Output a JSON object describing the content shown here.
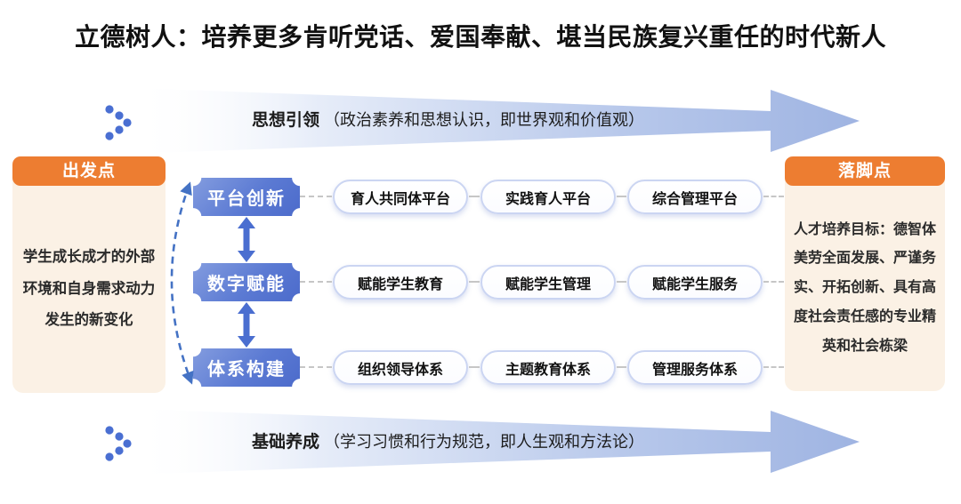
{
  "title": "立德树人：培养更多肯听党话、爱国奉献、堪当民族复兴重任的时代新人",
  "banners": {
    "top": {
      "keyword": "思想引领",
      "description": "（政治素养和思想认识，即世界观和价值观）"
    },
    "bottom": {
      "keyword": "基础养成",
      "description": "（学习习惯和行为规范，即人生观和方法论）"
    }
  },
  "left_panel": {
    "header": "出发点",
    "body": "学生成长成才的外部环境和自身需求动力发生的新变化"
  },
  "right_panel": {
    "header": "落脚点",
    "body": "人才培养目标：德智体美劳全面发展、严谨务实、开拓创新、具有高度社会责任感的专业精英和社会栋梁"
  },
  "pillars": [
    {
      "label": "平台创新",
      "items": [
        "育人共同体平台",
        "实践育人平台",
        "综合管理平台"
      ]
    },
    {
      "label": "数字赋能",
      "items": [
        "赋能学生教育",
        "赋能学生管理",
        "赋能学生服务"
      ]
    },
    {
      "label": "体系构建",
      "items": [
        "组织领导体系",
        "主题教育体系",
        "管理服务体系"
      ]
    }
  ],
  "colors": {
    "orange_header": "#ED7D31",
    "panel_bg": "#FBF1E5",
    "pillar_blue": "#5B7AD3",
    "banner_arrow_blue": "#9FB4E2",
    "connector_blue": "#4472C4",
    "dash_gray": "#C6C6C6"
  }
}
